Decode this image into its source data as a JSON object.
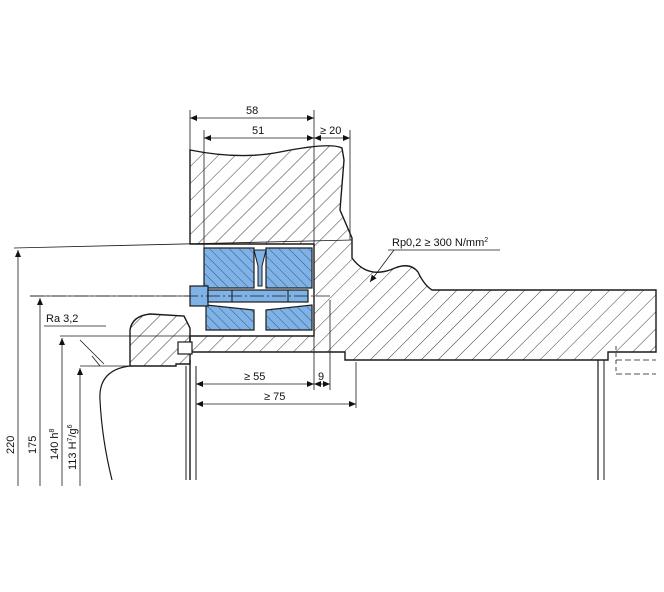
{
  "colors": {
    "line": "#1a1a1a",
    "element_fill": "#7fb3e8",
    "hatch": "#3a3a3a"
  },
  "dimensions": {
    "top_overall": "58",
    "top_inner": "51",
    "top_gap": "≥ 20",
    "bottom_55": "≥ 55",
    "bottom_9": "9",
    "bottom_75": "≥ 75",
    "dia_220": "220",
    "dia_175": "175",
    "dia_140_main": "140 h",
    "dia_140_sup": "8",
    "dia_113_main": "113 H",
    "dia_113_sup1": "7",
    "dia_113_mid": "/g",
    "dia_113_sup2": "6"
  },
  "notes": {
    "roughness": "Ra 3,2",
    "yield_strength_main": "Rp0,2 ≥ 300 N/mm",
    "yield_strength_sup": "2"
  },
  "icons": {
    "locking_element": "shrink-disc-locking-element-icon",
    "screw": "locking-screw-icon"
  }
}
